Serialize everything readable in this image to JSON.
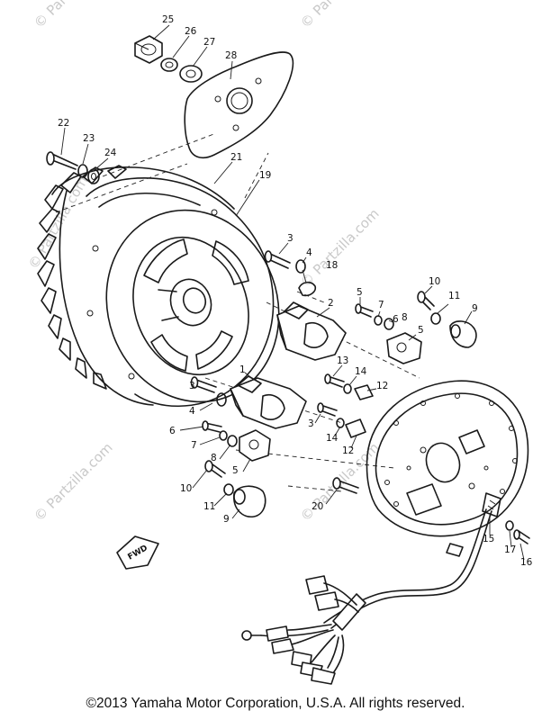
{
  "watermark": "© Partzilla.com",
  "fwd_label": "FWD",
  "copyright": "©2013  Yamaha Motor Corporation, U.S.A. All rights reserved.",
  "callouts": {
    "c1": "1",
    "c2": "2",
    "c3a": "3",
    "c3b": "3",
    "c3c": "3",
    "c4a": "4",
    "c4b": "4",
    "c5a": "5",
    "c5b": "5",
    "c5c": "5",
    "c6a": "6",
    "c6b": "6",
    "c7a": "7",
    "c7b": "7",
    "c8a": "8",
    "c8b": "8",
    "c9a": "9",
    "c9b": "9",
    "c10a": "10",
    "c10b": "10",
    "c11a": "11",
    "c11b": "11",
    "c12a": "12",
    "c12b": "12",
    "c13": "13",
    "c14a": "14",
    "c14b": "14",
    "c15": "15",
    "c16": "16",
    "c17": "17",
    "c18": "18",
    "c19": "19",
    "c20": "20",
    "c21": "21",
    "c22": "22",
    "c23": "23",
    "c24": "24",
    "c25": "25",
    "c26": "26",
    "c27": "27",
    "c28": "28"
  }
}
